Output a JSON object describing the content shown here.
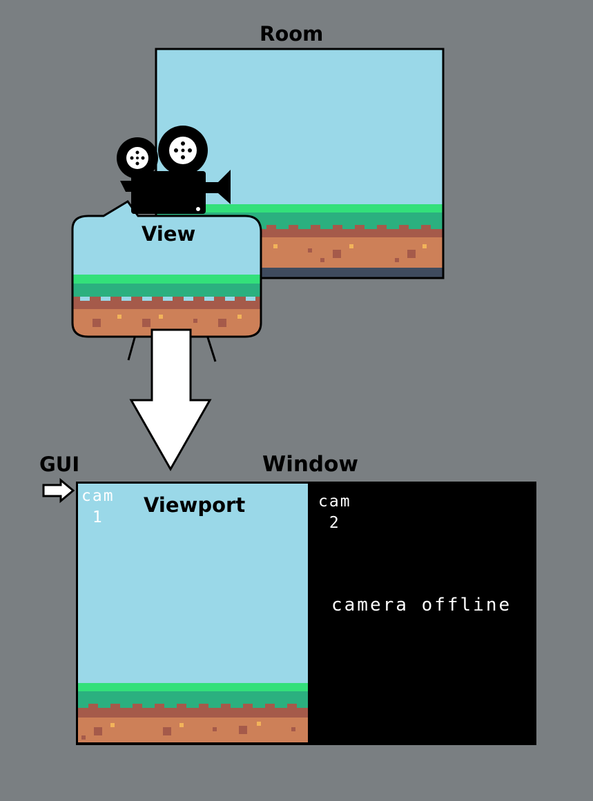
{
  "labels": {
    "room": "Room",
    "view": "View",
    "gui": "GUI",
    "window": "Window",
    "viewport": "Viewport"
  },
  "screens": {
    "cam1": "cam\n 1",
    "cam2": "cam\n 2",
    "offline": "camera offline"
  },
  "colors": {
    "background": "#7a7f82",
    "sky": "#9ad8e8",
    "grass_light": "#33e07a",
    "grass_dark": "#2bb07f",
    "dirt_red": "#a55a4a",
    "dirt": "#cd8058",
    "stone": "#3f4b5e",
    "offline_screen": "#000000"
  },
  "icons": [
    "movie-camera-icon",
    "arrow-right-icon",
    "arrow-down-icon"
  ]
}
